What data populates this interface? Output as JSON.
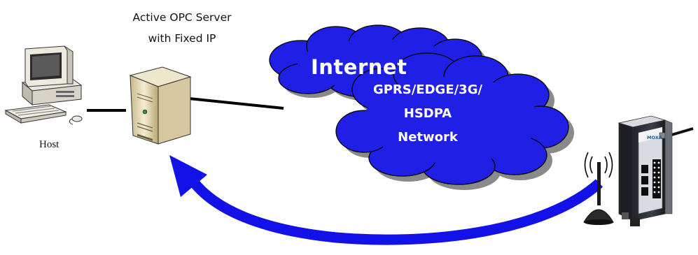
{
  "server": {
    "title_line1": "Active OPC Server",
    "title_line2": "with Fixed IP"
  },
  "host": {
    "label": "Host"
  },
  "internet_cloud": {
    "label": "Internet"
  },
  "cellular_cloud": {
    "line1": "GPRS/EDGE/3G/",
    "line2": "HSDPA",
    "line3": "Network"
  },
  "device": {
    "brand": "MOXA"
  },
  "colors": {
    "cloud_fill": "#1f1fe6",
    "cloud_stroke": "#000000",
    "arrow": "#1212e8",
    "link_line": "#000000",
    "cloud_shadow": "#8a8a8a"
  },
  "icons": [
    "desktop-computer-icon",
    "server-tower-icon",
    "cloud-icon",
    "wireless-signal-icon",
    "antenna-icon",
    "moxa-iologik-device-icon"
  ]
}
